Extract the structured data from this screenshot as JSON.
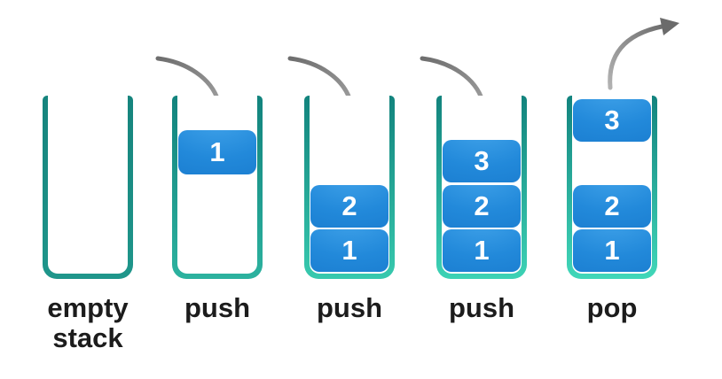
{
  "diagram": {
    "panels": [
      {
        "label": "empty stack",
        "arrow": "",
        "blocks": []
      },
      {
        "label": "push",
        "arrow": "push-down-arrow",
        "blocks": [
          {
            "value": "1",
            "slot": "incoming"
          }
        ]
      },
      {
        "label": "push",
        "arrow": "push-down-arrow",
        "blocks": [
          {
            "value": "2",
            "slot": "mid"
          },
          {
            "value": "1",
            "slot": "bottom"
          }
        ]
      },
      {
        "label": "push",
        "arrow": "push-down-arrow",
        "blocks": [
          {
            "value": "3",
            "slot": "top"
          },
          {
            "value": "2",
            "slot": "mid"
          },
          {
            "value": "1",
            "slot": "bottom"
          }
        ]
      },
      {
        "label": "pop",
        "arrow": "pop-up-arrow",
        "blocks": [
          {
            "value": "3",
            "slot": "popping"
          },
          {
            "value": "2",
            "slot": "mid"
          },
          {
            "value": "1",
            "slot": "bottom"
          }
        ]
      }
    ],
    "colors": {
      "container_teal_top": "#12837d",
      "container_teal_bottom_light": "#41d7b9",
      "block_blue": "#2289da",
      "block_text": "#ffffff",
      "arrow_gray": "#7f7f7f",
      "label_text": "#1c1c1c",
      "background": "#ffffff"
    }
  }
}
